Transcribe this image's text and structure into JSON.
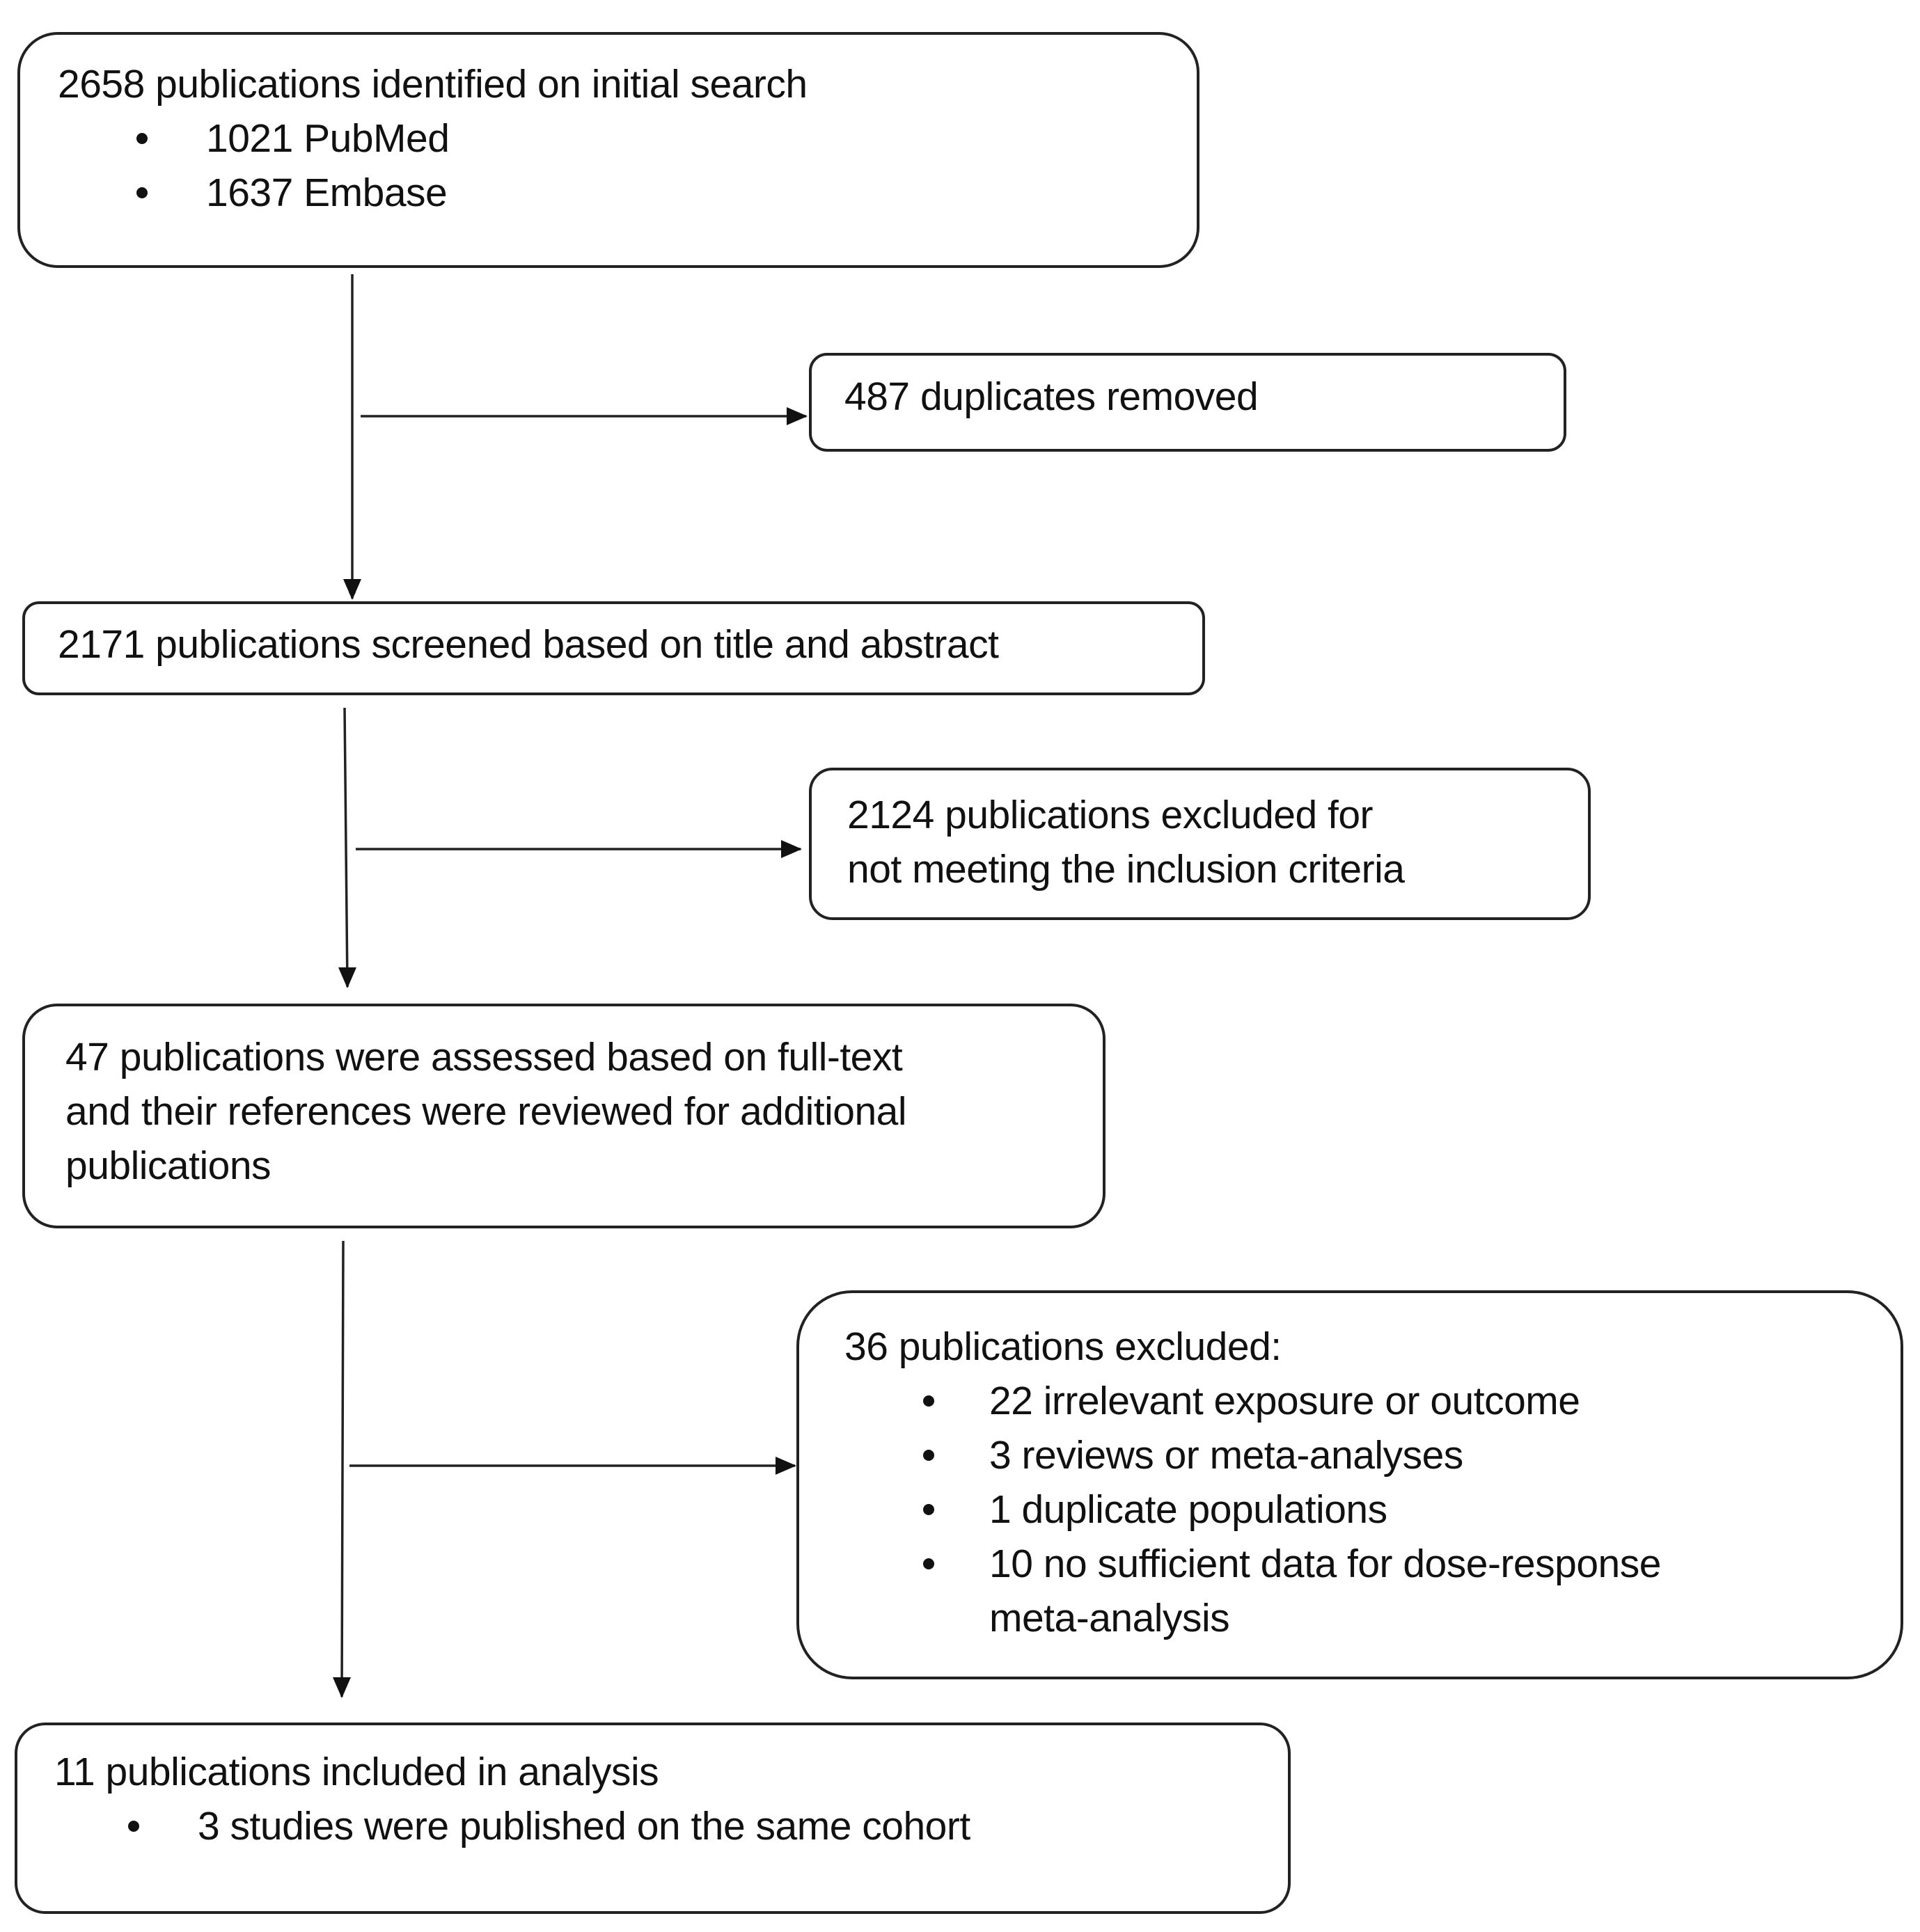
{
  "boxes": {
    "identified": {
      "title": "2658 publications identified on initial search",
      "items": [
        "1021 PubMed",
        "1637 Embase"
      ]
    },
    "duplicates": {
      "title": "487 duplicates removed"
    },
    "screened": {
      "title": "2171 publications screened based on title and abstract"
    },
    "excluded_screen": {
      "lines": [
        "2124 publications excluded for",
        "not meeting the inclusion criteria"
      ]
    },
    "fulltext": {
      "lines": [
        "47 publications were assessed based on full-text",
        "and their references were reviewed for additional",
        "publications"
      ]
    },
    "excluded_fulltext": {
      "title": "36 publications excluded:",
      "items": [
        "22 irrelevant exposure or outcome",
        "3 reviews or meta-analyses",
        "1 duplicate populations",
        "10 no sufficient data for dose-response"
      ],
      "continuation": "meta-analysis"
    },
    "included": {
      "title": "11 publications included in analysis",
      "items": [
        "3 studies were published on the same cohort"
      ]
    }
  }
}
